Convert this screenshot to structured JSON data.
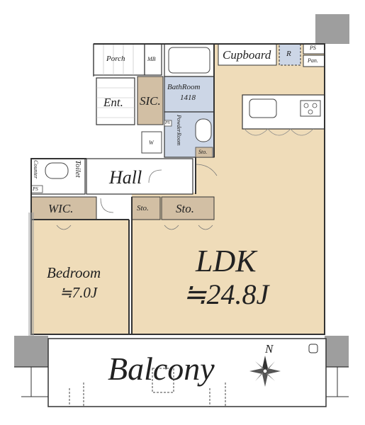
{
  "colors": {
    "floor": "#efdcb9",
    "storage": "#d2bfa4",
    "bath": "#ccd6e6",
    "wall": "#333333",
    "corner": "#9e9e9e",
    "white": "#ffffff"
  },
  "rooms": {
    "porch": "Porch",
    "mb": "MB",
    "entrance": "Ent.",
    "sic": "SIC.",
    "bathroom": "BathRoom",
    "bathroom_size": "1418",
    "powder_room": "PowderRoom",
    "washer": "W",
    "ps_small": "PS",
    "storage_small": "Sto.",
    "toilet": "Toilet",
    "counter": "Counter",
    "ps_toilet": "PS",
    "hall": "Hall",
    "wic": "WIC.",
    "sto_1": "Sto.",
    "sto_2": "Sto.",
    "cupboard": "Cupboard",
    "refrigerator": "R",
    "ps_kitchen": "PS",
    "pantry": "Pan.",
    "bedroom": "Bedroom",
    "bedroom_size": "≒7.0J",
    "ldk": "LDK",
    "ldk_size": "≒24.8J",
    "balcony": "Balcony",
    "north": "N"
  }
}
